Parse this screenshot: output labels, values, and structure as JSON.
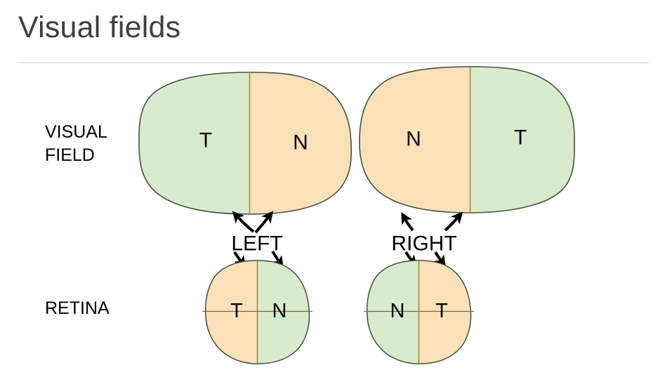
{
  "slide": {
    "title": "Visual fields",
    "title_color": "#3f3f3f",
    "rule_color": "#d3d3d3",
    "background": "#ffffff"
  },
  "palette": {
    "temporal_green": "#d8ebcd",
    "nasal_orange": "#fbe1b9",
    "outline_dark": "#404a3e",
    "outline_olive": "#b08a3a",
    "arrow_black": "#000000",
    "text_black": "#000000"
  },
  "row_labels": [
    {
      "id": "visual-field",
      "text": "VISUAL\nFIELD"
    },
    {
      "id": "retina",
      "text": "RETINA"
    }
  ],
  "visual_fields": [
    {
      "id": "left-visual-field",
      "side": "left",
      "halves": [
        {
          "position": "left",
          "letter": "T",
          "meaning": "temporal",
          "color": "#d8ebcd"
        },
        {
          "position": "right",
          "letter": "N",
          "meaning": "nasal",
          "color": "#fbe1b9"
        }
      ]
    },
    {
      "id": "right-visual-field",
      "side": "right",
      "halves": [
        {
          "position": "left",
          "letter": "N",
          "meaning": "nasal",
          "color": "#fbe1b9"
        },
        {
          "position": "right",
          "letter": "T",
          "meaning": "temporal",
          "color": "#d8ebcd"
        }
      ]
    }
  ],
  "eye_labels": [
    {
      "id": "left-eye-label",
      "text": "LEFT"
    },
    {
      "id": "right-eye-label",
      "text": "RIGHT"
    }
  ],
  "retinas": [
    {
      "id": "left-retina",
      "side": "left",
      "halves": [
        {
          "position": "left",
          "letter": "T",
          "meaning": "temporal",
          "color": "#fbe1b9"
        },
        {
          "position": "right",
          "letter": "N",
          "meaning": "nasal",
          "color": "#d8ebcd"
        }
      ]
    },
    {
      "id": "right-retina",
      "side": "right",
      "halves": [
        {
          "position": "left",
          "letter": "N",
          "meaning": "nasal",
          "color": "#d8ebcd"
        },
        {
          "position": "right",
          "letter": "T",
          "meaning": "temporal",
          "color": "#fbe1b9"
        }
      ]
    }
  ],
  "arrows": {
    "count_per_eye": 4,
    "description": "crossed projection arrows between visual field and retina"
  }
}
